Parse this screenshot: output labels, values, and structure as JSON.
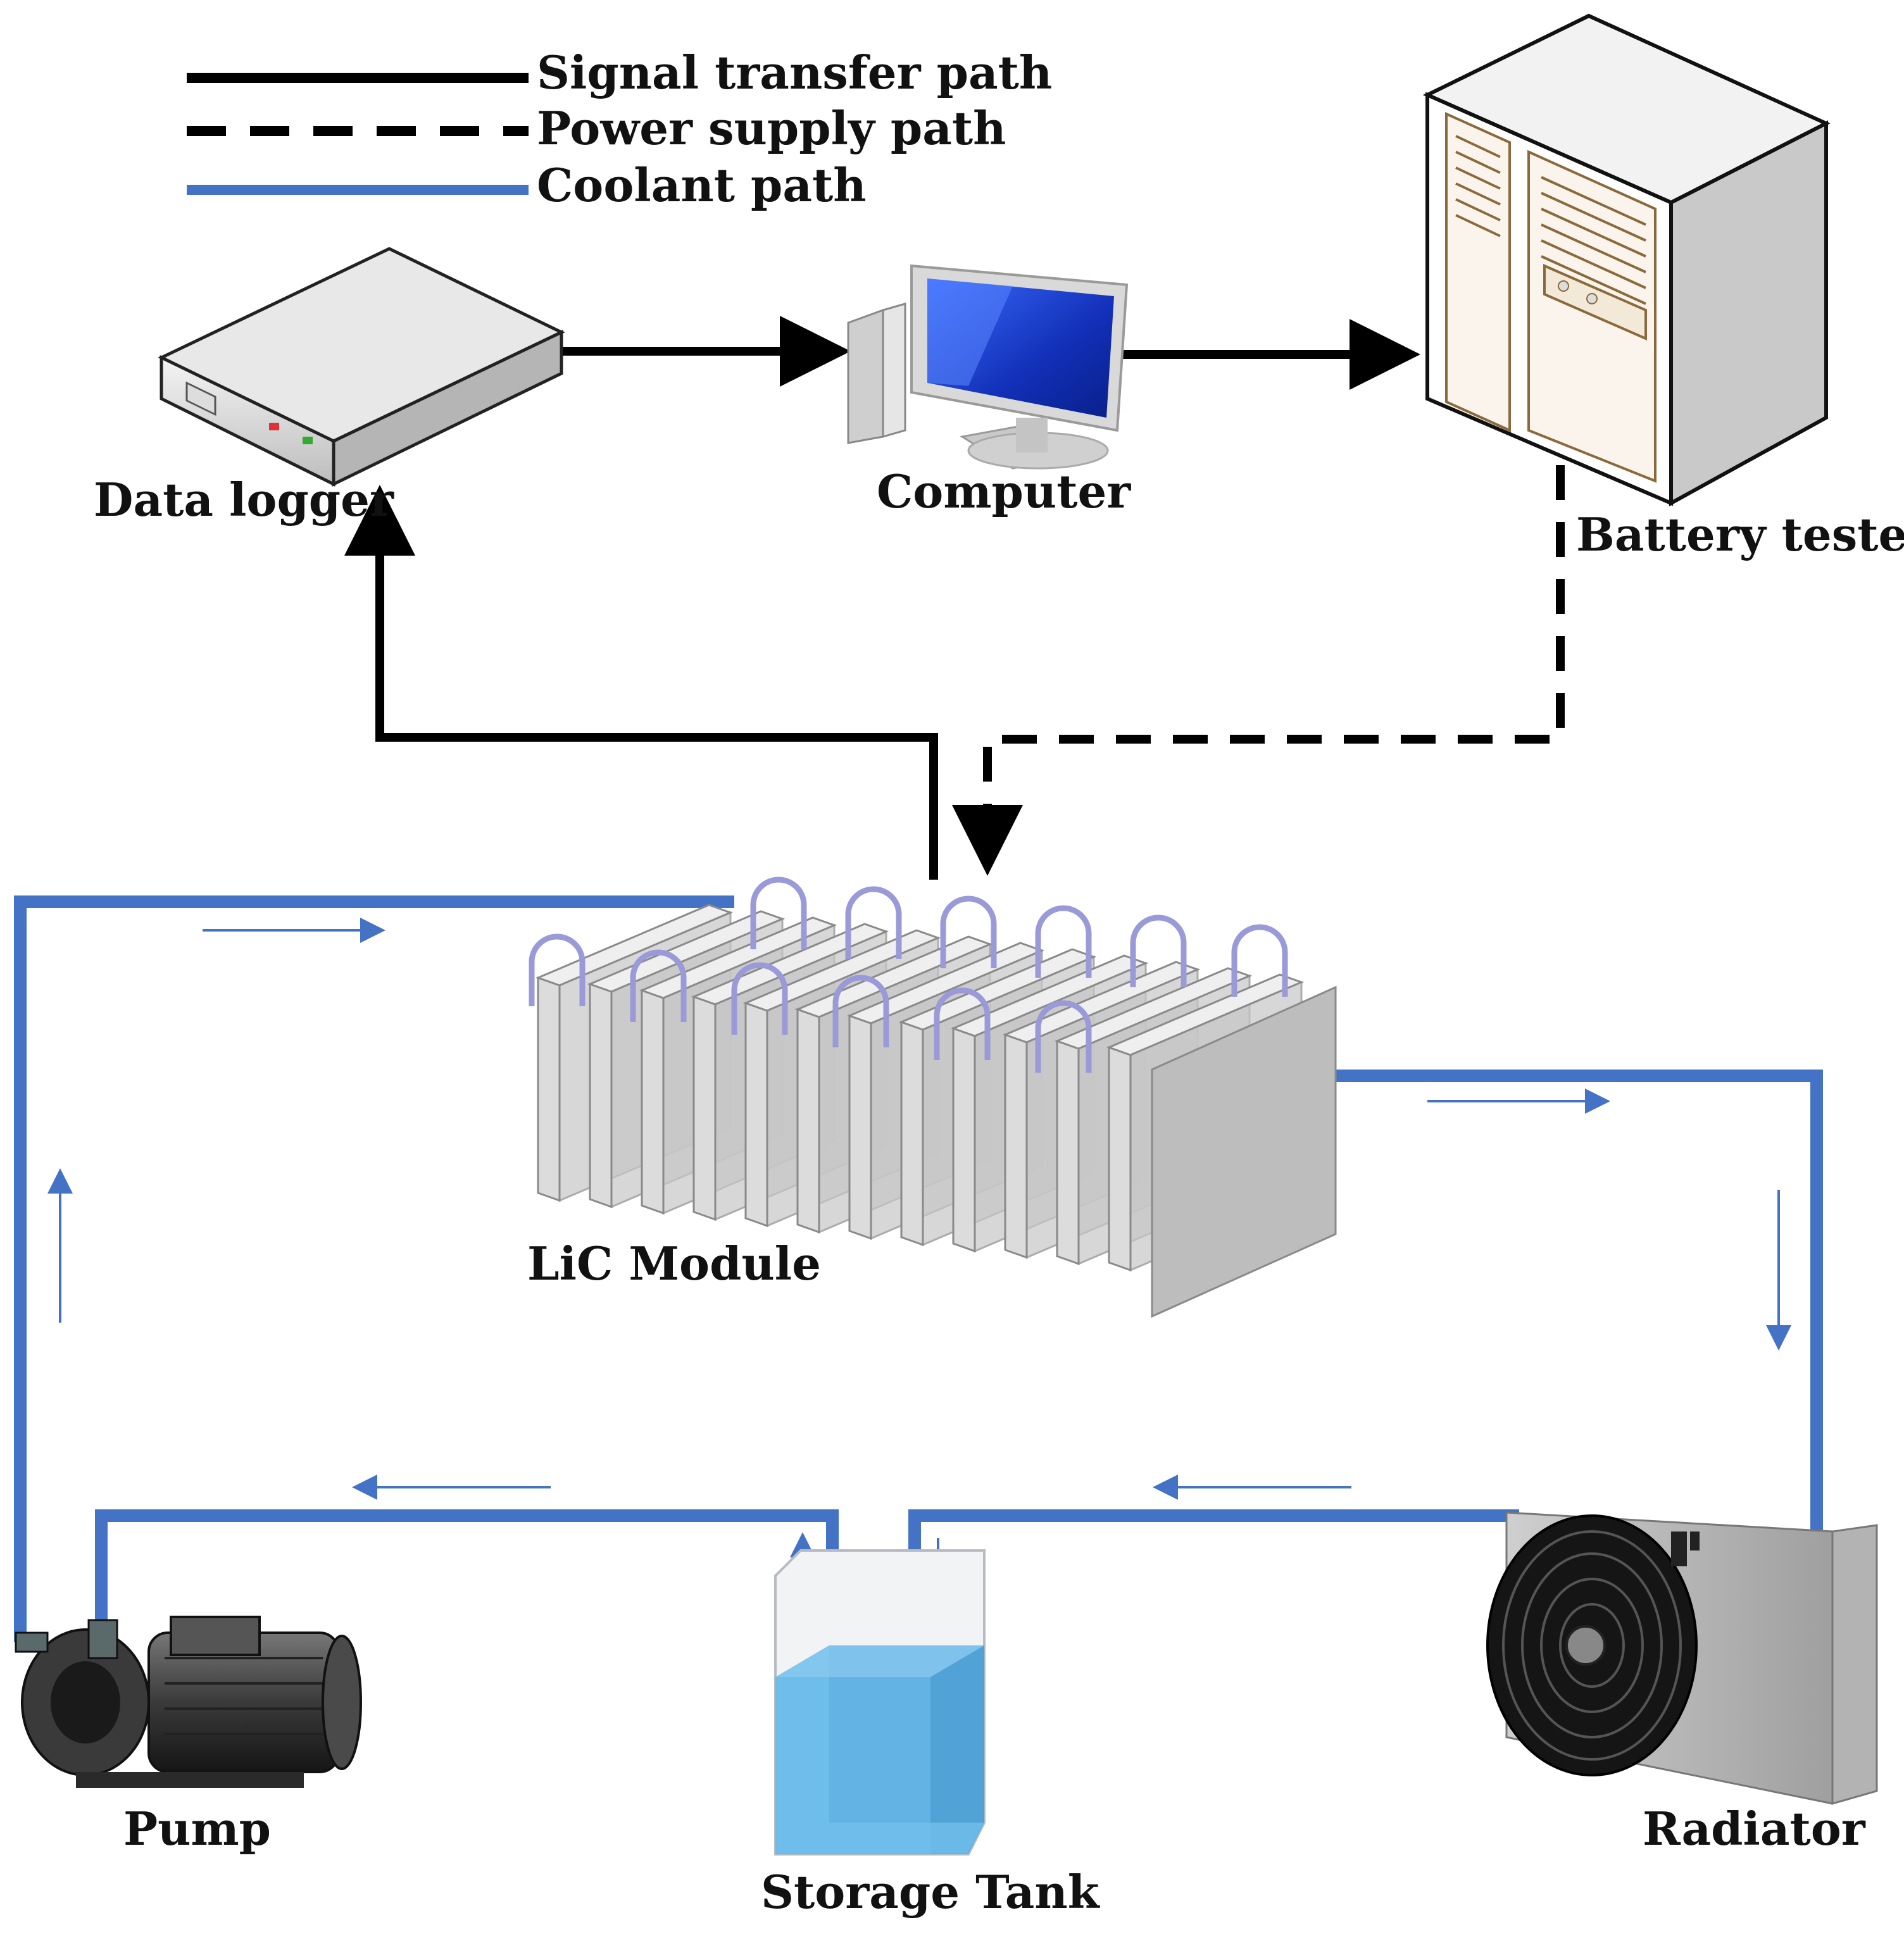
{
  "legend": {
    "signal": "Signal transfer path",
    "power": "Power supply path",
    "coolant": "Coolant path"
  },
  "components": {
    "data_logger": "Data logger",
    "computer": "Computer",
    "battery_tester": "Battery tester",
    "lic_module": "LiC Module",
    "pump": "Pump",
    "storage_tank": "Storage Tank",
    "radiator": "Radiator"
  },
  "colors": {
    "signal": "#000000",
    "power": "#000000",
    "coolant": "#4472C4",
    "water": "#5CB3E6",
    "monitor_screen": "#1f3fd0"
  }
}
